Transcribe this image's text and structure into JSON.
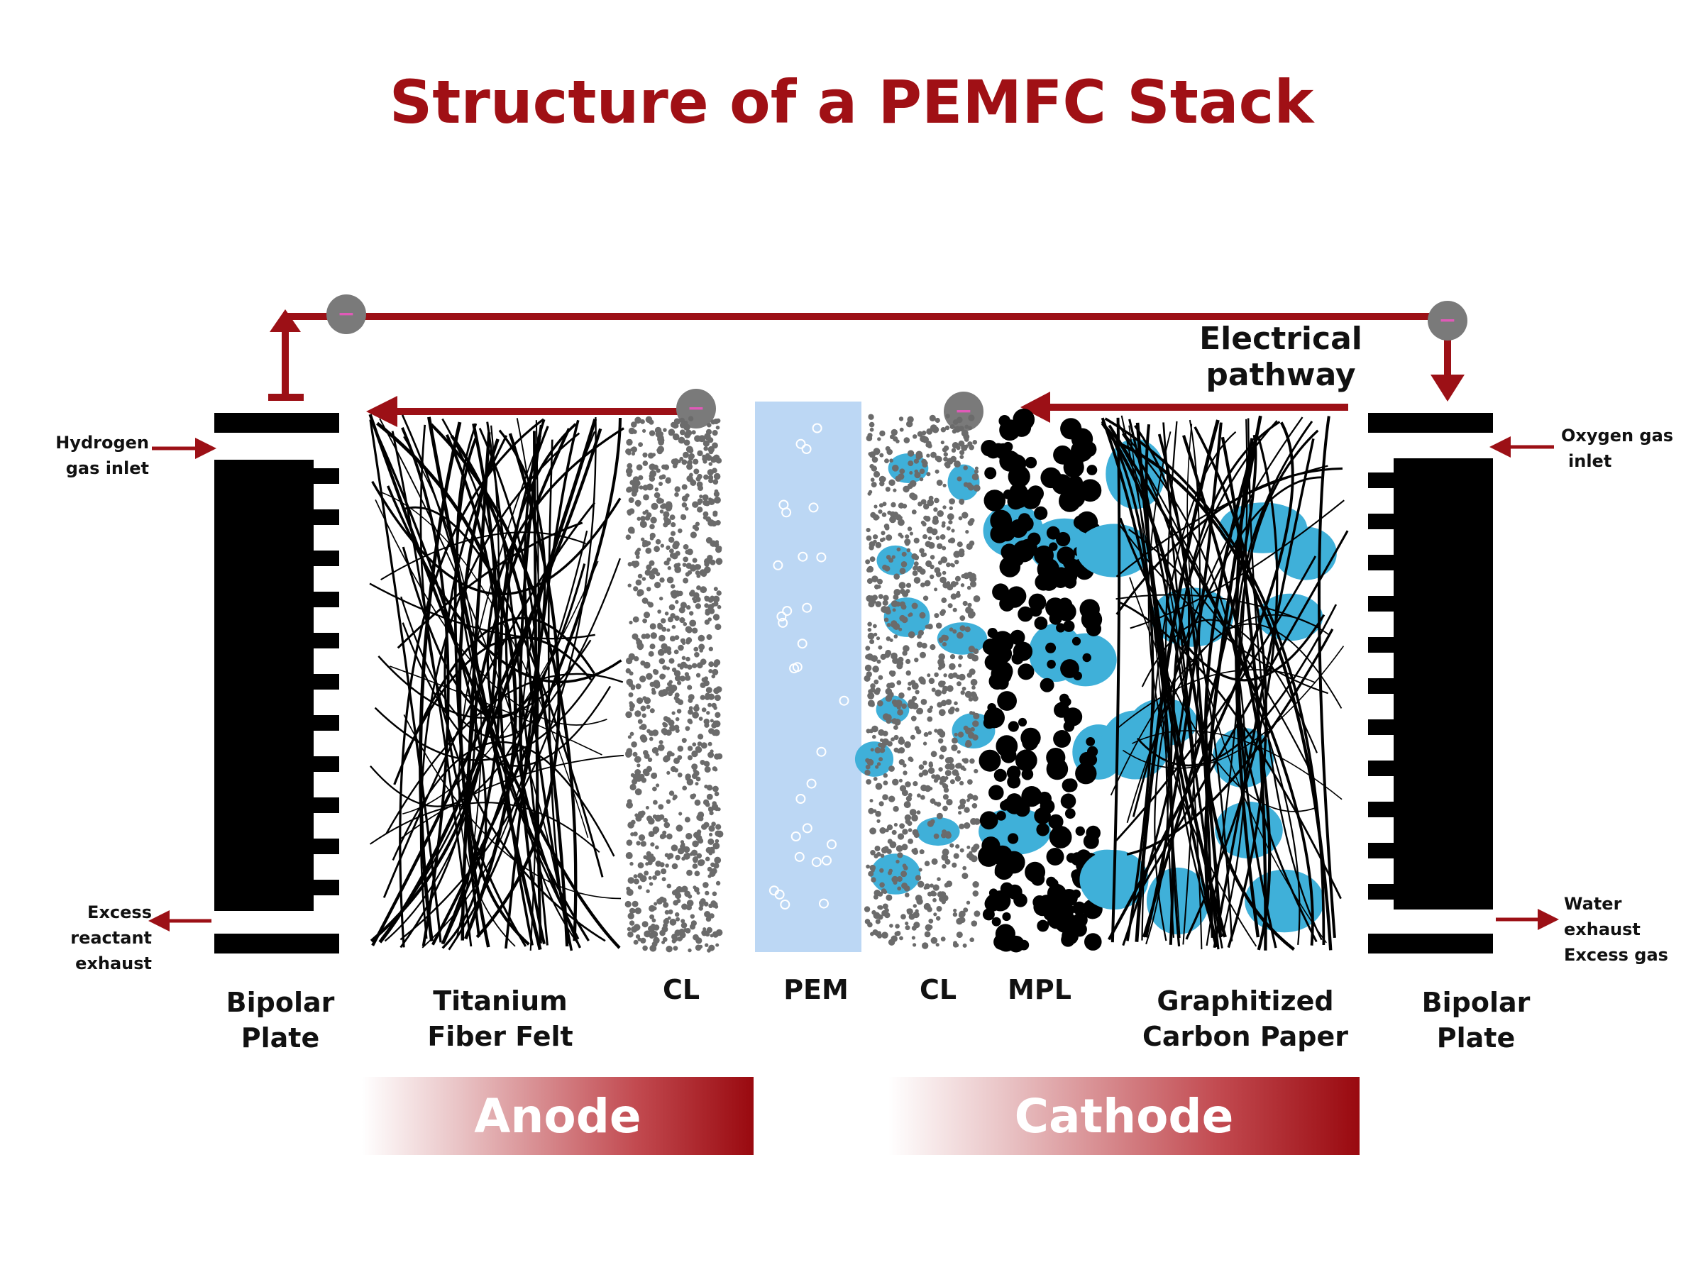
{
  "title": "Structure of a PEMFC Stack",
  "electrical_pathway": "Electrical pathway",
  "electron_symbol": "−",
  "flows": {
    "hydrogen_inlet": [
      "Hydrogen",
      "gas inlet"
    ],
    "excess_reactant": [
      "Excess reactant",
      "exhaust"
    ],
    "oxygen_inlet": [
      "Oxygen gas",
      "inlet"
    ],
    "water_exhaust": [
      "Water exhaust",
      "Excess gas"
    ]
  },
  "layers": {
    "bipolar_plate_left": [
      "Bipolar",
      "Plate"
    ],
    "titanium_felt": [
      "Titanium",
      "Fiber Felt"
    ],
    "cl_anode": "CL",
    "pem": "PEM",
    "cl_cathode": "CL",
    "mpl": "MPL",
    "carbon_paper": [
      "Graphitized",
      "Carbon Paper"
    ],
    "bipolar_plate_right": [
      "Bipolar",
      "Plate"
    ]
  },
  "banners": {
    "anode": "Anode",
    "cathode": "Cathode"
  },
  "colors": {
    "title": "#a01015",
    "wire": "#9c1016",
    "plate": "#000000",
    "pem": "#bcd7f4",
    "water": "#3fb0d9",
    "catalyst": "#6b6b6b",
    "electron": "#7a7a7a",
    "electron_sign": "#e05ab8"
  }
}
